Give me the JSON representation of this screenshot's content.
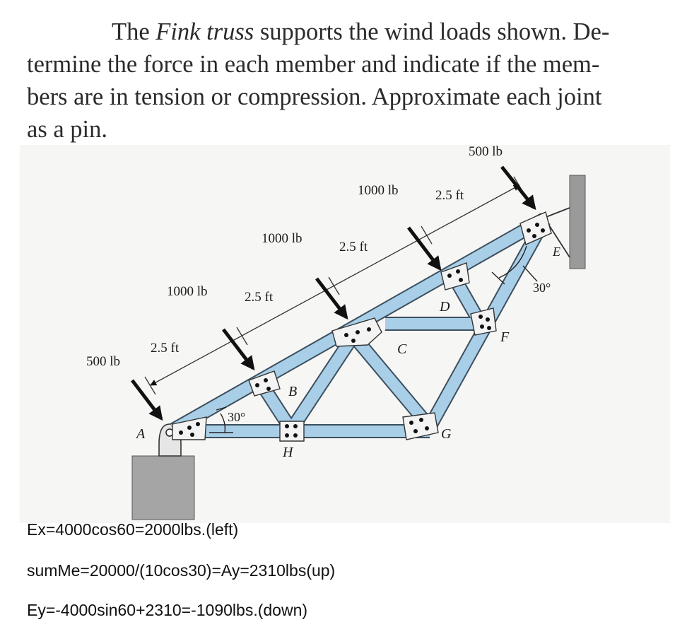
{
  "problem": {
    "line1_pre": "The ",
    "line1_italic": "Fink truss",
    "line1_post": " supports the wind loads shown. De-",
    "line2": "termine the force in each member and indicate if the mem-",
    "line3": "bers are in tension or compression. Approximate each joint",
    "line4": "as a pin."
  },
  "figure": {
    "loads": {
      "top": "500 lb",
      "upper": "1000 lb",
      "middle": "1000 lb",
      "lower": "1000 lb",
      "left": "500 lb"
    },
    "spacings": [
      "2.5 ft",
      "2.5 ft",
      "2.5 ft",
      "2.5 ft"
    ],
    "joints": [
      "A",
      "B",
      "C",
      "D",
      "E",
      "F",
      "G",
      "H"
    ],
    "angles": {
      "at_a": "30°",
      "at_e": "30°"
    },
    "colors": {
      "member_fill": "#a9cfe8",
      "member_edge": "#3d4f5e",
      "wall": "#9a9a9a",
      "background": "#f6f6f5"
    }
  },
  "solution": {
    "line1": "Ex=4000cos60=2000lbs.(left)",
    "line2": "sumMe=20000/(10cos30)=Ay=2310lbs(up)",
    "line3": "Ey=-4000sin60+2310=-1090lbs.(down)"
  }
}
